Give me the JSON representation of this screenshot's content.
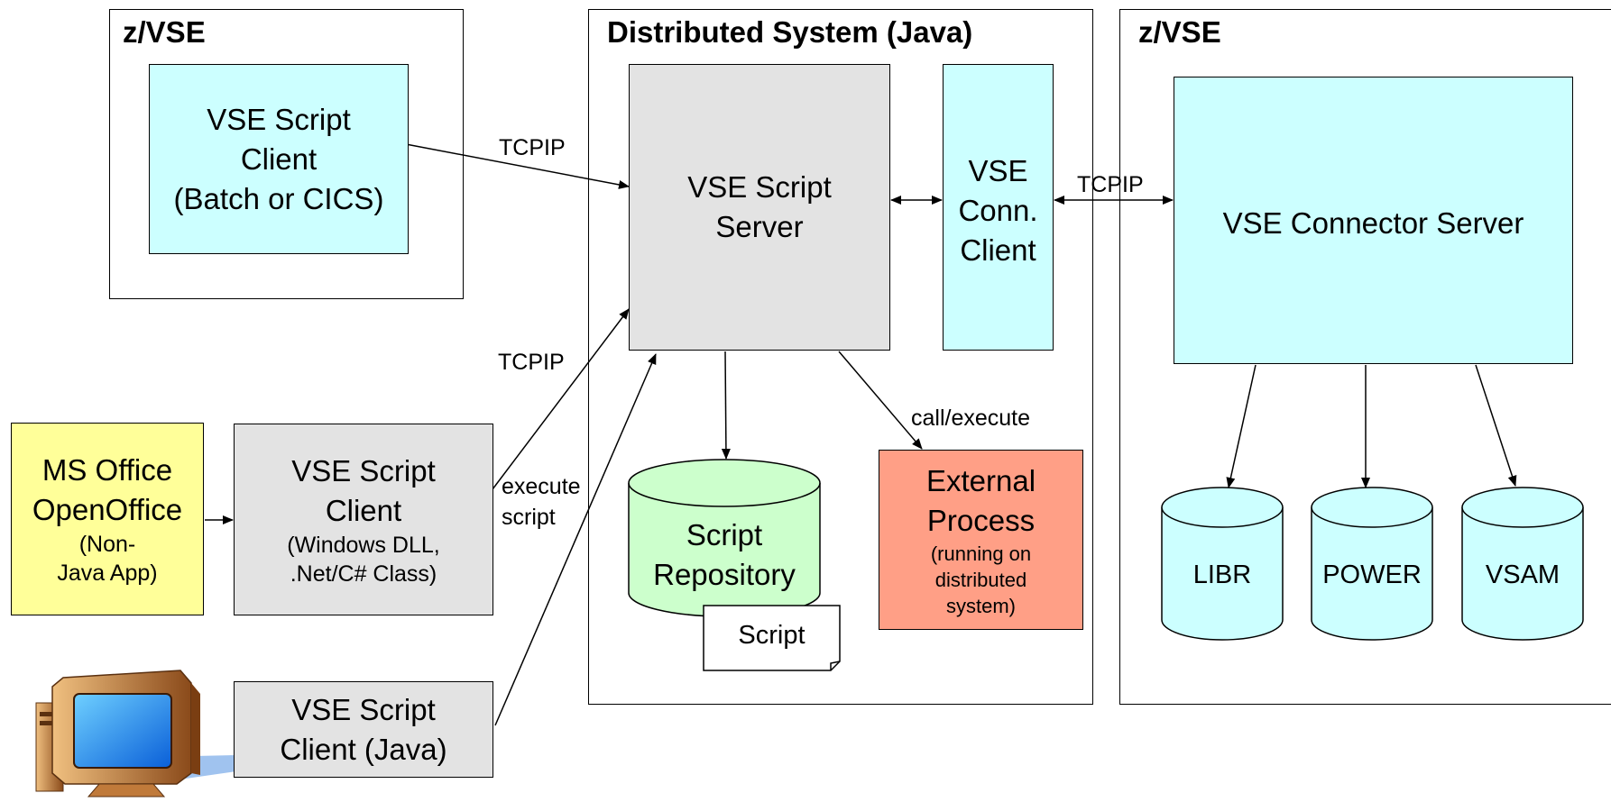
{
  "frames": {
    "zvse_left": "z/VSE",
    "distributed": "Distributed System (Java)",
    "zvse_right": "z/VSE"
  },
  "nodes": {
    "batch_cics_client": [
      "VSE Script",
      "Client",
      "(Batch or CICS)"
    ],
    "script_server": [
      "VSE Script",
      "Server"
    ],
    "conn_client": [
      "VSE",
      "Conn.",
      "Client"
    ],
    "connector_server": "VSE Connector Server",
    "ms_office": [
      "MS Office",
      "OpenOffice"
    ],
    "ms_office_note": [
      "(Non-",
      "Java App)"
    ],
    "windows_client": [
      "VSE Script",
      "Client"
    ],
    "windows_client_note": [
      "(Windows DLL,",
      ".Net/C# Class)"
    ],
    "java_client": [
      "VSE Script",
      "Client (Java)"
    ],
    "external_process": [
      "External",
      "Process"
    ],
    "external_process_note": [
      "(running on",
      "distributed",
      "system)"
    ],
    "script_repository": [
      "Script",
      "Repository"
    ],
    "script_doc": "Script",
    "libr": "LIBR",
    "power": "POWER",
    "vsam": "VSAM"
  },
  "edge_labels": {
    "tcpip_top": "TCPIP",
    "tcpip_middle": "TCPIP",
    "tcpip_right": "TCPIP",
    "call_execute": "call/execute",
    "execute_script": [
      "execute",
      "script"
    ]
  },
  "colors": {
    "cyan": "#ccffff",
    "gray": "#e3e3e3",
    "yellow": "#ffff99",
    "salmon": "#ff9f86",
    "green": "#ccffcc"
  },
  "icons": {
    "computer": "computer-icon"
  }
}
